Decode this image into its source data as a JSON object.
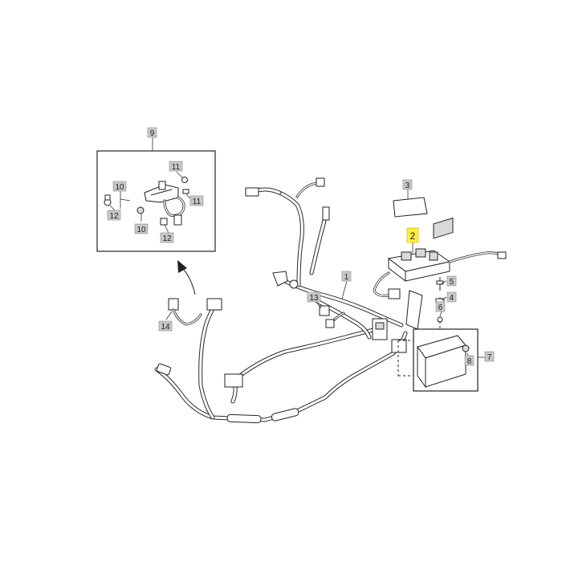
{
  "diagram": {
    "highlight_color": "#ffef3a",
    "callouts": [
      {
        "id": "c1",
        "label": "1"
      },
      {
        "id": "c2",
        "label": "2",
        "highlighted": true
      },
      {
        "id": "c3",
        "label": "3"
      },
      {
        "id": "c4",
        "label": "4"
      },
      {
        "id": "c5",
        "label": "5"
      },
      {
        "id": "c6",
        "label": "6"
      },
      {
        "id": "c7",
        "label": "7"
      },
      {
        "id": "c8",
        "label": "8"
      },
      {
        "id": "c9",
        "label": "9"
      },
      {
        "id": "c10a",
        "label": "10"
      },
      {
        "id": "c10b",
        "label": "10"
      },
      {
        "id": "c11a",
        "label": "11"
      },
      {
        "id": "c11b",
        "label": "11"
      },
      {
        "id": "c12a",
        "label": "12"
      },
      {
        "id": "c12b",
        "label": "12"
      },
      {
        "id": "c13",
        "label": "13"
      },
      {
        "id": "c14",
        "label": "14"
      }
    ]
  }
}
